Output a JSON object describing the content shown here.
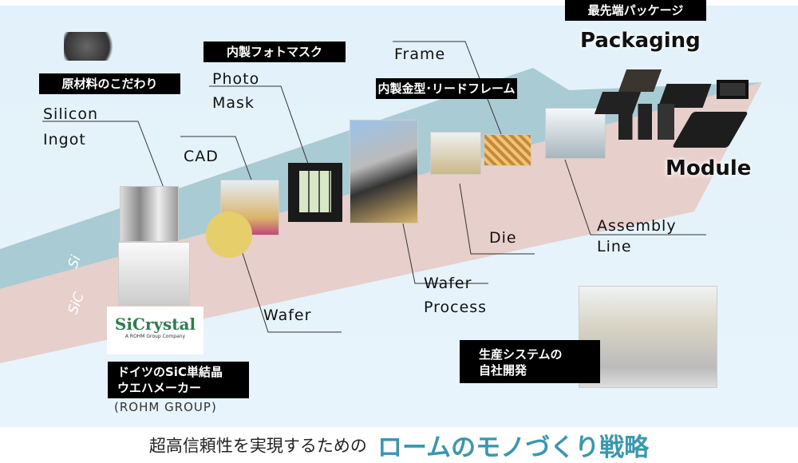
{
  "labels": {
    "silicon_ingot": [
      "Silicon",
      "Ingot"
    ],
    "cad": "CAD",
    "photo_mask": [
      "Photo",
      "Mask"
    ],
    "frame": "Frame",
    "wafer": "Wafer",
    "wafer_process": [
      "Wafer",
      "Process"
    ],
    "die": "Die",
    "assembly_line": [
      "Assembly",
      "Line"
    ],
    "packaging": "Packaging",
    "module": "Module",
    "rohm_group": "(ROHM GROUP)"
  },
  "tags": {
    "raw_material": "原材料のこだわり",
    "photomask": "内製フォトマスク",
    "leadframe": "内製金型･リードフレーム",
    "packaging": "最先端パッケージ",
    "sic_maker": [
      "ドイツのSiC単結晶",
      "ウエハメーカー"
    ],
    "production_system": [
      "生産システムの",
      "自社開発"
    ]
  },
  "bands": {
    "si": "Si",
    "sic": "SiC"
  },
  "logo": {
    "name": "SiCrystal",
    "sub": "A ROHM Group Company"
  },
  "footer": {
    "prefix": "超高信頼性を実現するための",
    "highlight": "ロームのモノづくり戦略"
  },
  "colors": {
    "teal": "#a9cbd3",
    "pink": "#e7cfcb",
    "accent": "#3b97ad"
  }
}
